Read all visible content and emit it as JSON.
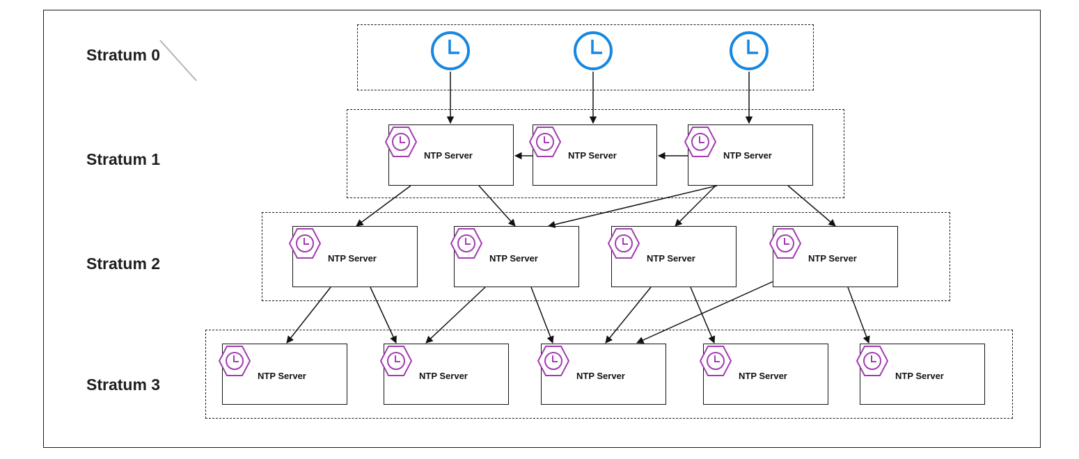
{
  "strata": [
    {
      "id": "stratum-0",
      "label": "Stratum 0"
    },
    {
      "id": "stratum-1",
      "label": "Stratum 1"
    },
    {
      "id": "stratum-2",
      "label": "Stratum 2"
    },
    {
      "id": "stratum-3",
      "label": "Stratum 3"
    }
  ],
  "server_label": "NTP Server",
  "colors": {
    "clock": "#1787e0",
    "server_icon": "#a23bb0",
    "line": "#111111"
  },
  "icons": {
    "reference_clock": "clock-icon",
    "server": "hexagon-clock-icon"
  }
}
